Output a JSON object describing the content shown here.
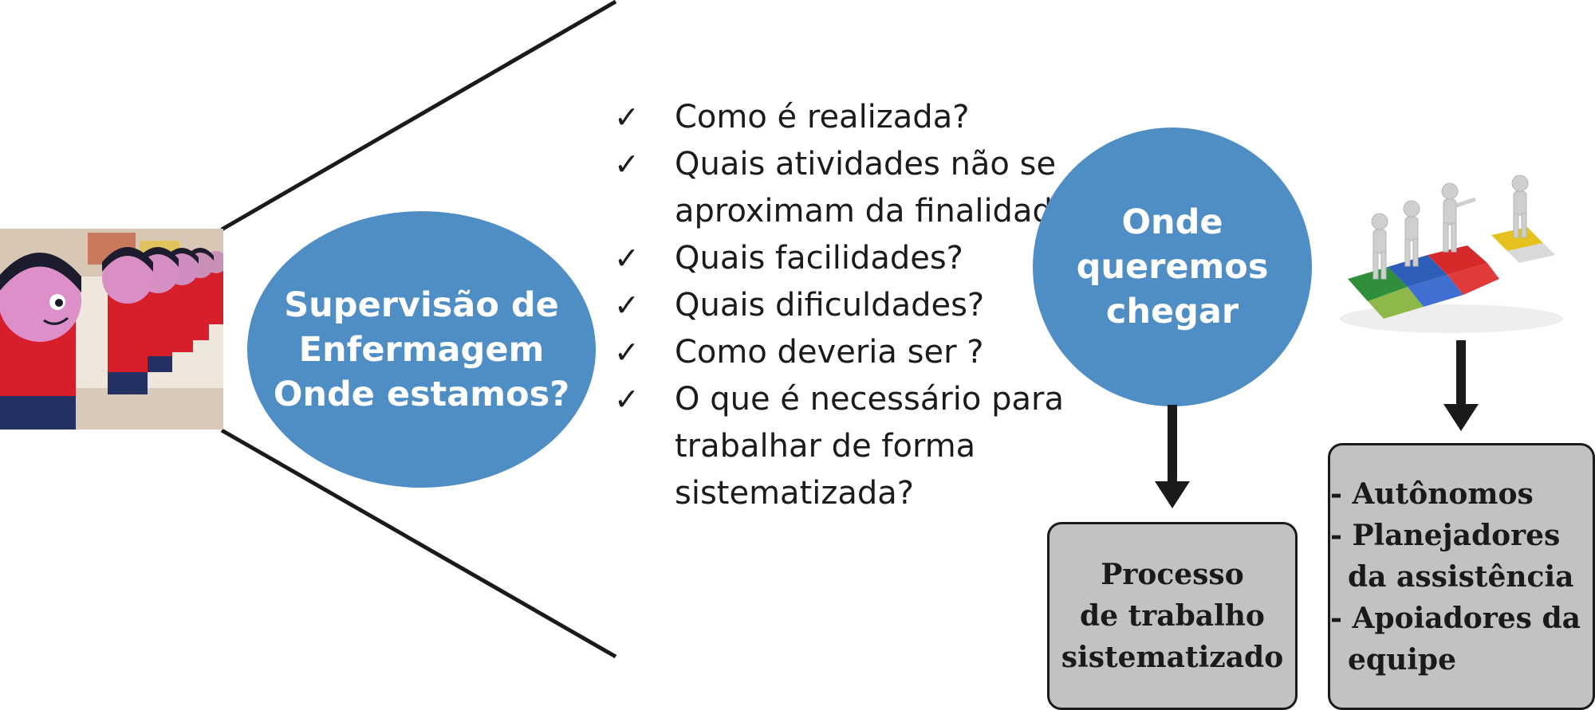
{
  "left_circle": {
    "line1": "Supervisão de",
    "line2": "Enfermagem",
    "line3": "Onde estamos?"
  },
  "questions": [
    "Como é realizada?",
    "Quais atividades não se aproximam da finalidade?",
    "Quais facilidades?",
    "Quais dificuldades?",
    "Como deveria ser ?",
    "O que é necessário para trabalhar de forma sistematizada?"
  ],
  "check_symbol": "✓",
  "right_circle": {
    "line1": "Onde",
    "line2": "queremos",
    "line3": "chegar"
  },
  "process_box": {
    "line1": "Processo",
    "line2": "de trabalho",
    "line3": "sistematizado"
  },
  "roles_box": {
    "items": [
      "- Autônomos",
      "- Planejadores da assistência",
      "- Apoiadores da equipe"
    ]
  },
  "colors": {
    "circle_fill": "#4e8ec5",
    "box_fill": "#c2c2c4",
    "line_color": "#1a1a1a"
  }
}
